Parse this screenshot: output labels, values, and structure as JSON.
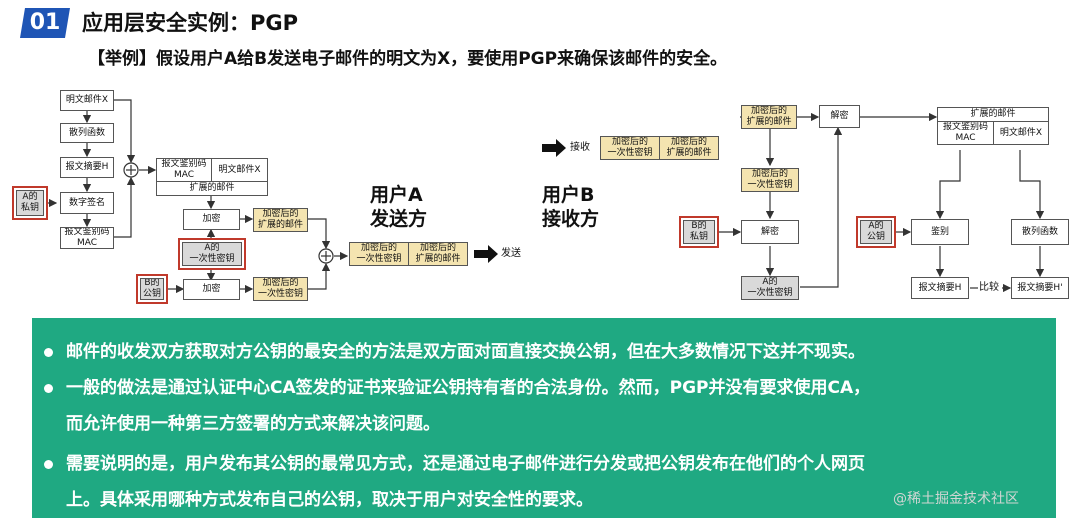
{
  "header": {
    "number": "01",
    "title": "应用层安全实例：PGP",
    "example": "【举例】假设用户A给B发送电子邮件的明文为X，要使用PGP来确保该邮件的安全。"
  },
  "sender": {
    "plaintext": "明文邮件X",
    "hash": "散列函数",
    "digest": "报文摘要H",
    "private_key_a": [
      "A的",
      "私钥"
    ],
    "sign": "数字签名",
    "mac": [
      "报文鉴别码",
      "MAC"
    ],
    "ext_mac": [
      "报文鉴别码",
      "MAC"
    ],
    "ext_plain": "明文邮件X",
    "ext_label": "扩展的邮件",
    "encrypt1": "加密",
    "enc_ext": [
      "加密后的",
      "扩展的邮件"
    ],
    "session_key": [
      "A的",
      "一次性密钥"
    ],
    "public_key_b": [
      "B的",
      "公钥"
    ],
    "encrypt2": "加密",
    "enc_key": [
      "加密后的",
      "一次性密钥"
    ],
    "out_key": [
      "加密后的",
      "一次性密钥"
    ],
    "out_mail": [
      "加密后的",
      "扩展的邮件"
    ],
    "send": "发送",
    "label": [
      "用户A",
      "发送方"
    ]
  },
  "receiver": {
    "receive": "接收",
    "in_key": [
      "加密后的",
      "一次性密钥"
    ],
    "in_mail": [
      "加密后的",
      "扩展的邮件"
    ],
    "label": [
      "用户B",
      "接收方"
    ],
    "enc_mail_top": [
      "加密后的",
      "扩展的邮件"
    ],
    "decrypt_top": "解密",
    "ext_label": "扩展的邮件",
    "ext_mac": [
      "报文鉴别码",
      "MAC"
    ],
    "ext_plain": "明文邮件X",
    "enc_key_mid": [
      "加密后的",
      "一次性密钥"
    ],
    "private_key_b": [
      "B的",
      "私钥"
    ],
    "decrypt_bottom": "解密",
    "session_key": [
      "A的",
      "一次性密钥"
    ],
    "public_key_a": [
      "A的",
      "公钥"
    ],
    "verify": "鉴别",
    "hash": "散列函数",
    "digest_h": "报文摘要H",
    "compare": "比较",
    "digest_h2": "报文摘要H'"
  },
  "bullets": [
    [
      "邮件的收发双方获取对方公钥的最安全的方法是双方面对面直接交换公钥，但在大多数情况下这并不现实。"
    ],
    [
      "一般的做法是通过认证中心CA签发的证书来验证公钥持有者的合法身份。然而，PGP并没有要求使用CA，",
      "而允许使用一种第三方签署的方式来解决该问题。"
    ],
    [
      "需要说明的是，用户发布其公钥的最常见方式，还是通过电子邮件进行分发或把公钥发布在他们的个人网页",
      "上。具体采用哪种方式发布自己的公钥，取决于用户对安全性的要求。"
    ]
  ],
  "watermark": "@稀土掘金技术社区",
  "colors": {
    "badge": "#1f55b5",
    "panel": "#1fa982",
    "tan": "#f4e4b0",
    "highlight": "#c0392b"
  }
}
